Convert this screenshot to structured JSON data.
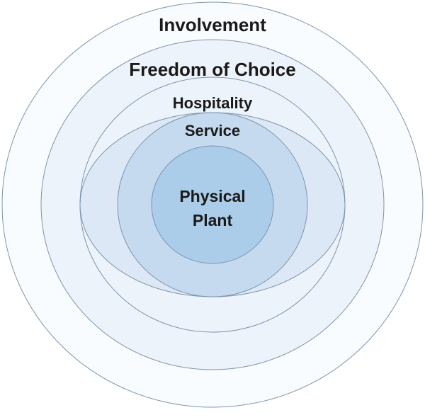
{
  "diagram": {
    "type": "concentric-circles",
    "background": "#ffffff",
    "stroke_color": "#7d94ad",
    "text_color": "#1a1a1a",
    "rings": [
      {
        "label": "Involvement",
        "fill": "#f9fcfe"
      },
      {
        "label": "Freedom of Choice",
        "fill": "#edf3fa"
      },
      {
        "label": "Hospitality",
        "fill": "#dce8f5"
      },
      {
        "label": "Service",
        "fill": "#c5daef"
      },
      {
        "label": "Physical Plant",
        "fill": "#abcde9",
        "line1": "Physical",
        "line2": "Plant"
      }
    ]
  }
}
